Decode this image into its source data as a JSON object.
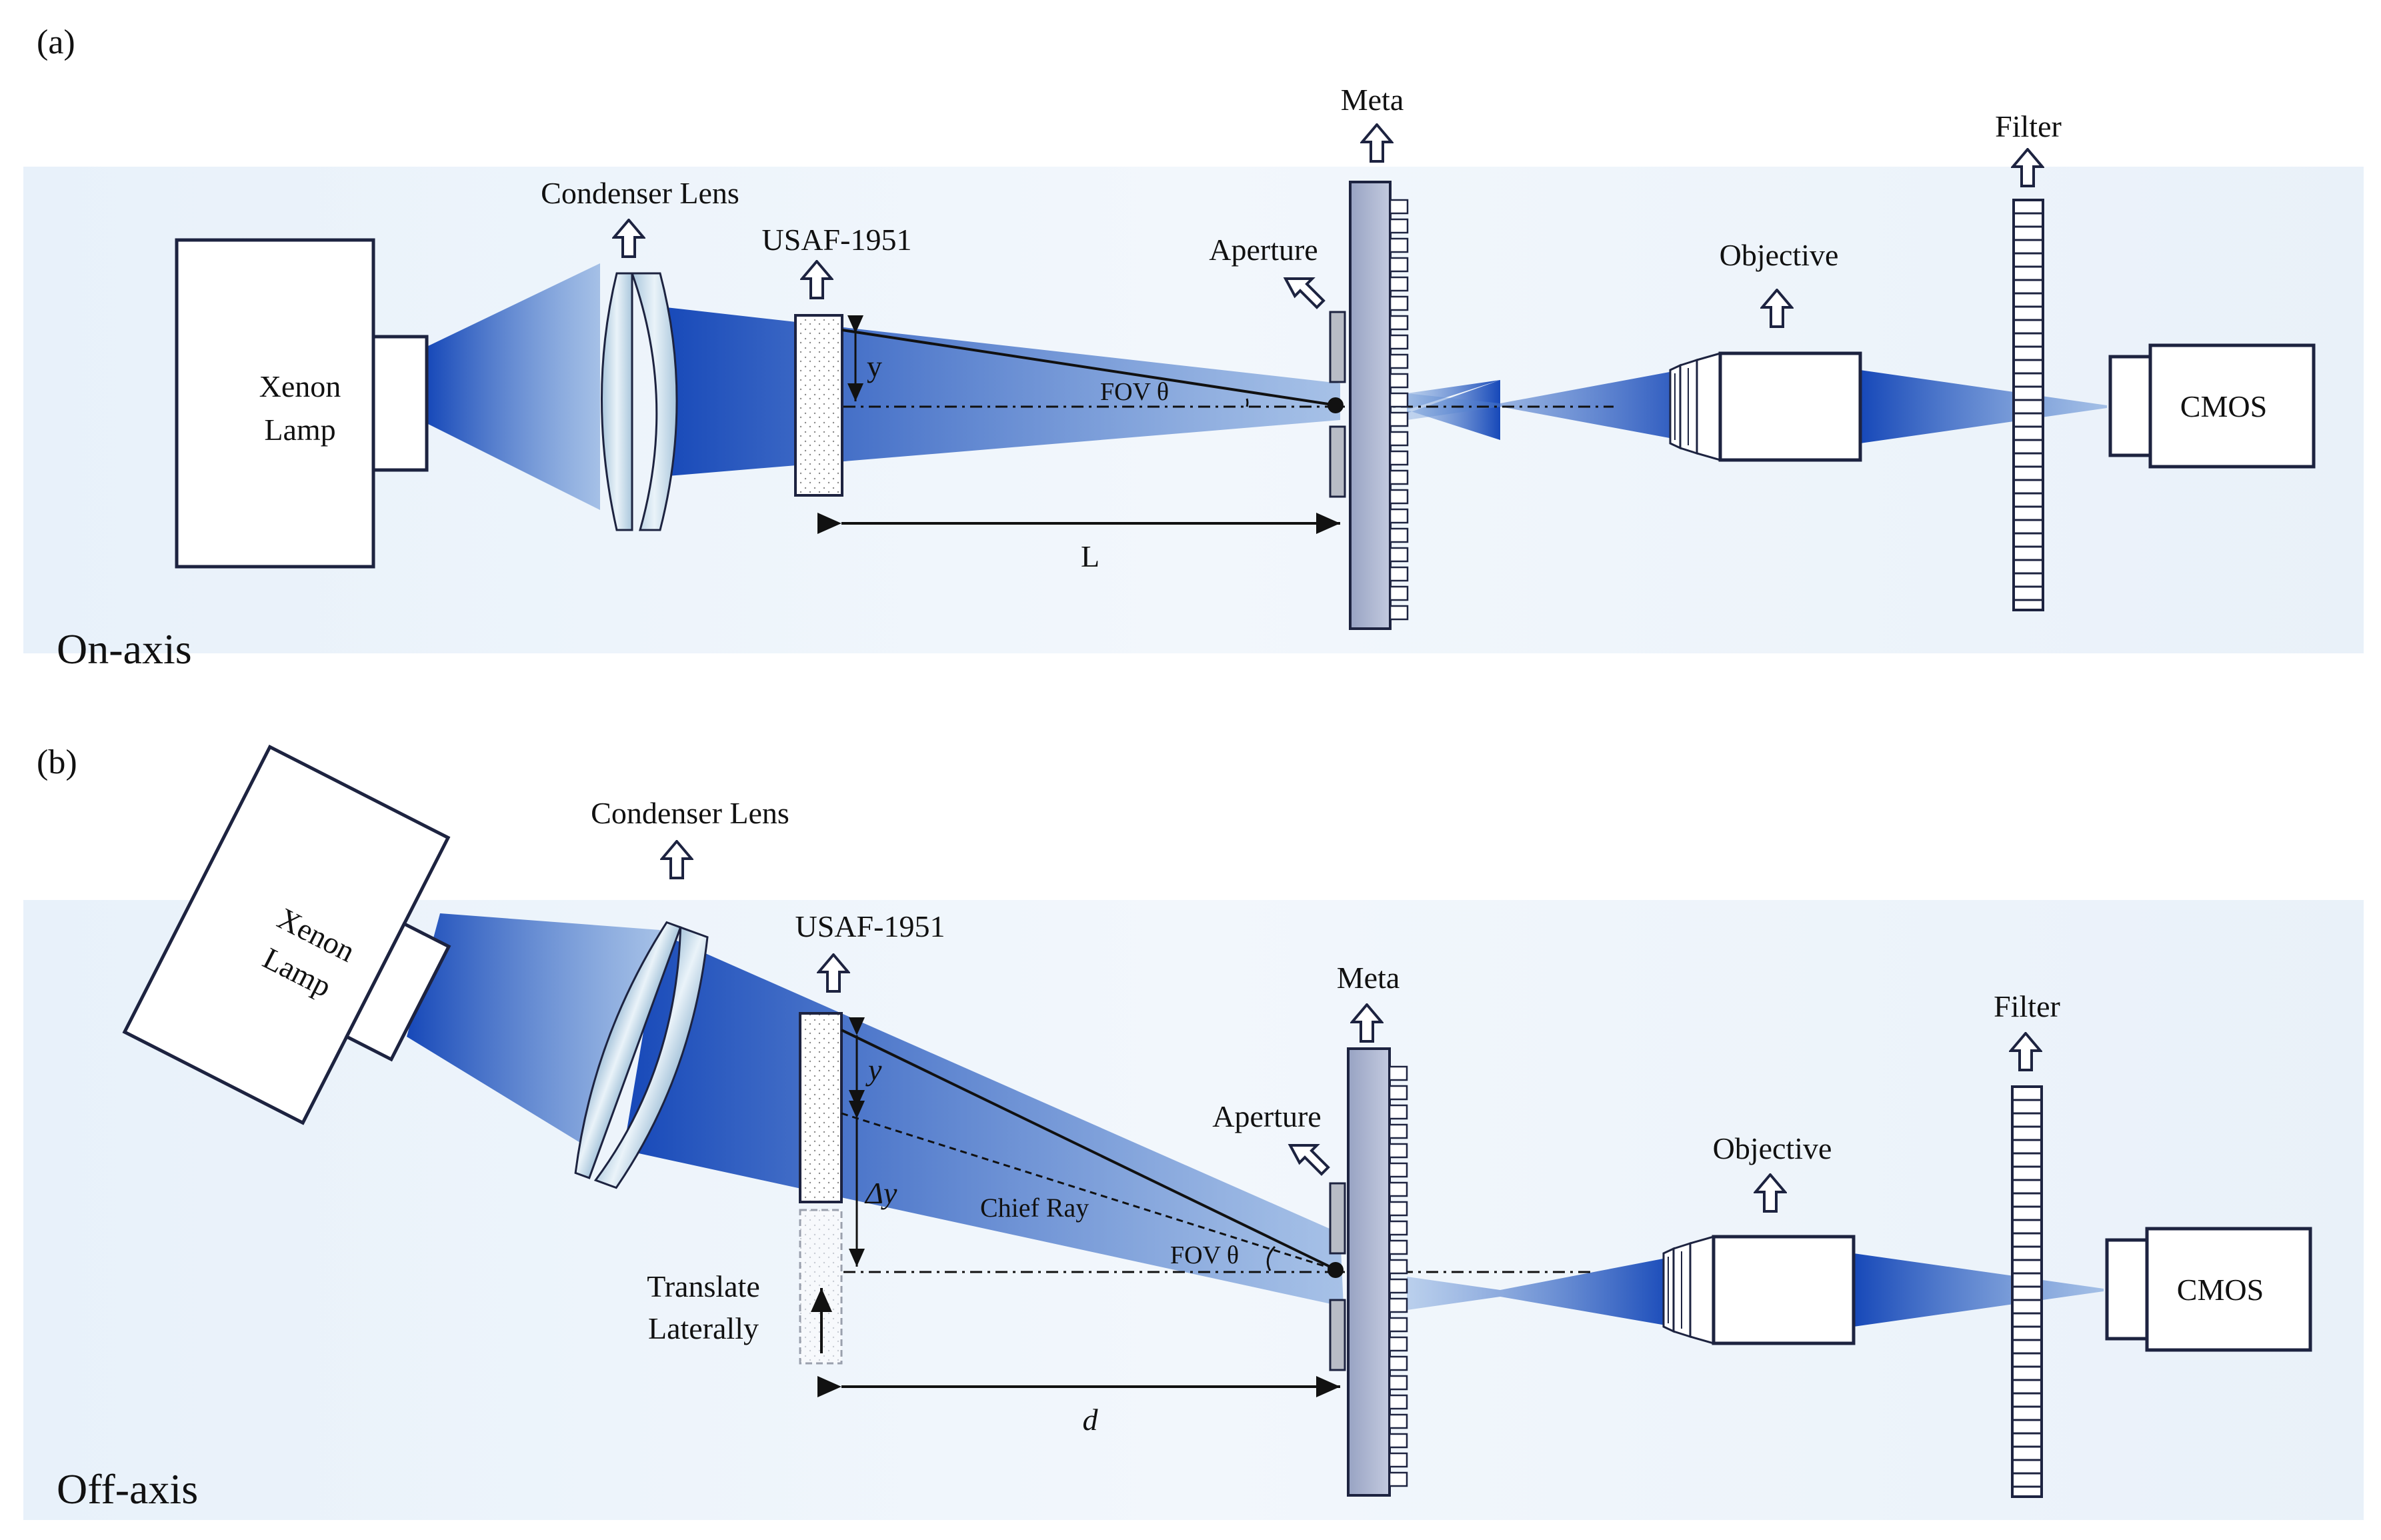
{
  "panels": [
    {
      "panel_label": "(a)",
      "mode": "On-axis",
      "labels": {
        "lamp_line1": "Xenon",
        "lamp_line2": "Lamp",
        "condenser": "Condenser Lens",
        "usaf": "USAF-1951",
        "meta": "Meta",
        "aperture": "Aperture",
        "objective": "Objective",
        "filter": "Filter",
        "cmos": "CMOS",
        "y": "y",
        "fov": "FOV θ",
        "distance": "L"
      }
    },
    {
      "panel_label": "(b)",
      "mode": "Off-axis",
      "labels": {
        "lamp_line1": "Xenon",
        "lamp_line2": "Lamp",
        "condenser": "Condenser Lens",
        "usaf": "USAF-1951",
        "meta": "Meta",
        "aperture": "Aperture",
        "objective": "Objective",
        "filter": "Filter",
        "cmos": "CMOS",
        "y": "y",
        "delta_y": "Δy",
        "chief_ray": "Chief Ray",
        "fov": "FOV θ",
        "translate_line1": "Translate",
        "translate_line2": "Laterally",
        "distance": "d"
      }
    }
  ],
  "colors": {
    "background_band": "#eef5fb",
    "beam": "#1f5fc8",
    "outline": "#1d2340",
    "meta_fill": "#a9b3cf",
    "lens_fill": "#c7d9e9"
  }
}
